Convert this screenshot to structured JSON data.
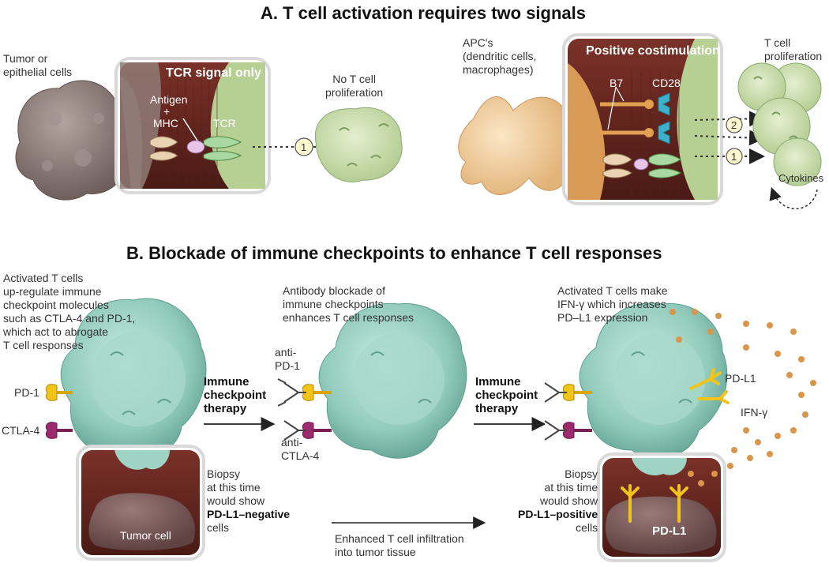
{
  "section_a": {
    "title": "A. T cell activation requires two signals",
    "left": {
      "source_label": [
        "Tumor or",
        "epithelial cells"
      ],
      "box_title": "TCR signal only",
      "antigen_label": "Antigen",
      "plus": "+",
      "mhc_label": "MHC",
      "tcr_label": "TCR",
      "signal_1": "1",
      "outcome": [
        "No T cell",
        "proliferation"
      ]
    },
    "right": {
      "source_label": [
        "APC's",
        "(dendritic cells,",
        "macrophages)"
      ],
      "box_title": "Positive costimulation",
      "b7_label": "B7",
      "cd28_label": "CD28",
      "signal_2": "2",
      "signal_1": "1",
      "outcome": [
        "T cell",
        "proliferation"
      ],
      "cytokines_label": "Cytokines"
    }
  },
  "section_b": {
    "title": "B. Blockade of immune checkpoints to enhance T cell responses",
    "panel1": {
      "caption": [
        "Activated T cells",
        "up-regulate immune",
        "checkpoint molecules",
        "such as CTLA-4 and PD-1,",
        "which act to abrogate",
        "T cell responses"
      ],
      "pd1_label": "PD-1",
      "ctla4_label": "CTLA-4",
      "tumor_label": "Tumor cell"
    },
    "arrow1": [
      "Immune",
      "checkpoint",
      "therapy"
    ],
    "panel2": {
      "caption": [
        "Antibody blockade of",
        "immune checkpoints",
        "enhances T cell responses"
      ],
      "anti_pd1": [
        "anti-",
        "PD-1"
      ],
      "anti_ctla4": [
        "anti-",
        "CTLA-4"
      ]
    },
    "arrow2": [
      "Immune",
      "checkpoint",
      "therapy"
    ],
    "panel3": {
      "caption": [
        "Activated T cells make",
        "IFN-γ which increases",
        "PD–L1 expression"
      ],
      "pdl1_label": "PD-L1",
      "ifn_label": "IFN-γ",
      "box_label": "PD-L1"
    },
    "biopsy_left": {
      "line1": "Biopsy",
      "line2": "at this time",
      "line3": "would show",
      "result": "PD-L1–negative",
      "line5": "cells"
    },
    "biopsy_right": {
      "line1": "Biopsy",
      "line2": "at this time",
      "line3": "would show",
      "result": "PD-L1–positive",
      "line5": "cells"
    },
    "infiltration": [
      "Enhanced T cell infiltration",
      "into tumor tissue"
    ]
  },
  "colors": {
    "tcell": "#9fd3c4",
    "tcell_dark": "#6fb3a2",
    "tcell_light_green": "#c9ddb0",
    "tumor_grey": "#8c7b78",
    "box_maroon": "#6a2a22",
    "pd1_yellow": "#f2c318",
    "ctla4_purple": "#9b2a6e",
    "ifn_dot": "#d9954a",
    "apc_orange": "#f1cf9c"
  }
}
